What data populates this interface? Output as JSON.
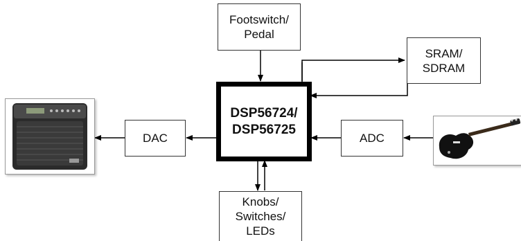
{
  "blocks": {
    "footswitch": "Footswitch/\nPedal",
    "sram": "SRAM/\nSDRAM",
    "dsp": "DSP56724/\nDSP56725",
    "dac": "DAC",
    "adc": "ADC",
    "knobs": "Knobs/\nSwitches/\nLEDs"
  },
  "images": {
    "amplifier": "amplifier-photo",
    "guitar": "electric-guitar-photo"
  },
  "colors": {
    "line": "#000000",
    "box_border": "#333333",
    "dsp_border": "#000000"
  }
}
